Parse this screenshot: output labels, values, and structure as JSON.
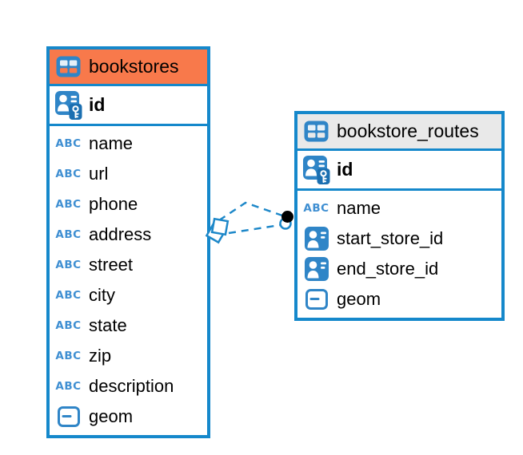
{
  "colors": {
    "background": "#ffffff",
    "table_border": "#1588CB",
    "bookstores_header": "#F8794B",
    "bookstore_routes_header": "#E9E9E9",
    "icon_blue": "#2F85C7",
    "key_badge_blue": "#1B6FB1",
    "abc_type_blue": "#3F8FD2",
    "connector_blue": "#1E88C9",
    "connector_dot": "#000000",
    "text": "#000000"
  },
  "icons": {
    "abc_label": "ABC"
  },
  "diagram": {
    "tables": [
      {
        "name": "bookstores",
        "header_style": "orange",
        "pk": {
          "name": "id"
        },
        "columns": [
          {
            "name": "name",
            "type": "text"
          },
          {
            "name": "url",
            "type": "text"
          },
          {
            "name": "phone",
            "type": "text"
          },
          {
            "name": "address",
            "type": "text"
          },
          {
            "name": "street",
            "type": "text"
          },
          {
            "name": "city",
            "type": "text"
          },
          {
            "name": "state",
            "type": "text"
          },
          {
            "name": "zip",
            "type": "text"
          },
          {
            "name": "description",
            "type": "text"
          },
          {
            "name": "geom",
            "type": "geometry"
          }
        ]
      },
      {
        "name": "bookstore_routes",
        "header_style": "gray",
        "pk": {
          "name": "id"
        },
        "columns": [
          {
            "name": "name",
            "type": "text"
          },
          {
            "name": "start_store_id",
            "type": "reference"
          },
          {
            "name": "end_store_id",
            "type": "reference"
          },
          {
            "name": "geom",
            "type": "geometry"
          }
        ]
      }
    ],
    "relationship": {
      "from_table": "bookstore_routes",
      "to_table": "bookstores",
      "line_style": "dashed",
      "endpoints": {
        "source": "many-diamond",
        "target": "dot"
      }
    }
  }
}
